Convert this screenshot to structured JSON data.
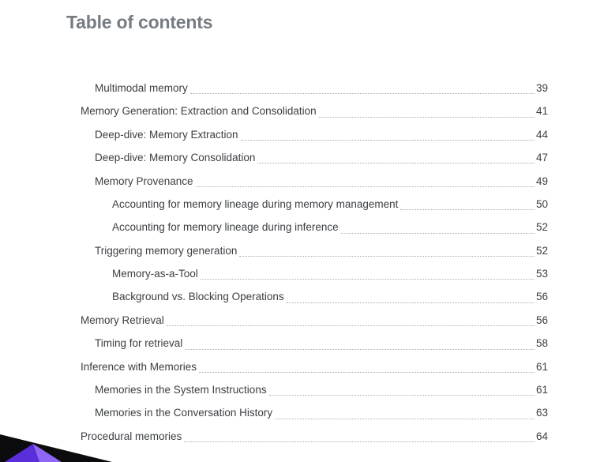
{
  "page": {
    "title": "Table of contents"
  },
  "toc": {
    "entries": [
      {
        "label": "Multimodal memory",
        "page": "39",
        "level": 1
      },
      {
        "label": "Memory Generation: Extraction and Consolidation",
        "page": "41",
        "level": 0
      },
      {
        "label": "Deep-dive: Memory Extraction",
        "page": "44",
        "level": 1
      },
      {
        "label": "Deep-dive: Memory Consolidation",
        "page": "47",
        "level": 1
      },
      {
        "label": "Memory Provenance",
        "page": "49",
        "level": 1
      },
      {
        "label": "Accounting for memory lineage during memory management",
        "page": "50",
        "level": 2
      },
      {
        "label": "Accounting for memory lineage during inference",
        "page": "52",
        "level": 2
      },
      {
        "label": "Triggering memory generation",
        "page": "52",
        "level": 1
      },
      {
        "label": "Memory-as-a-Tool",
        "page": "53",
        "level": 2
      },
      {
        "label": "Background vs. Blocking Operations",
        "page": "56",
        "level": 2
      },
      {
        "label": "Memory Retrieval",
        "page": "56",
        "level": 0
      },
      {
        "label": "Timing for retrieval",
        "page": "58",
        "level": 1
      },
      {
        "label": "Inference with Memories",
        "page": "61",
        "level": 0
      },
      {
        "label": "Memories in the System Instructions",
        "page": "61",
        "level": 1
      },
      {
        "label": "Memories in the Conversation History",
        "page": "63",
        "level": 1
      },
      {
        "label": "Procedural memories",
        "page": "64",
        "level": 0
      }
    ]
  },
  "colors": {
    "heading": "#767c83",
    "body_text": "#3b3e42",
    "leader_dots": "#ababb0",
    "gem_outline": "#0c0b0e",
    "gem_purple_dark": "#5a2ed8",
    "gem_purple_light": "#8f66f5"
  }
}
